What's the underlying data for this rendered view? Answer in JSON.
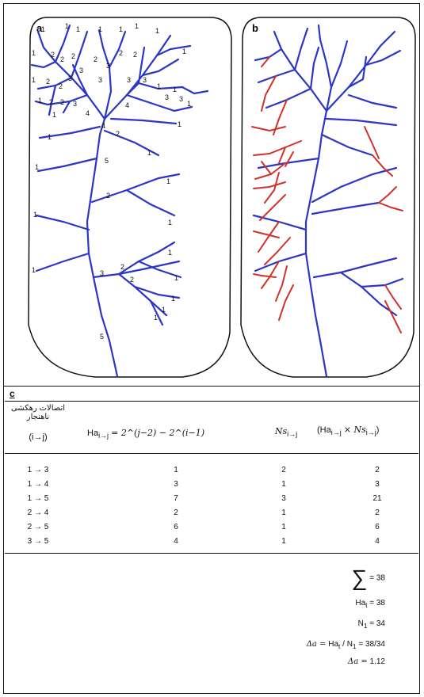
{
  "panels": {
    "a": {
      "label": "a"
    },
    "b": {
      "label": "b"
    },
    "c": {
      "label": "c"
    }
  },
  "tree_a_labels": [
    "1",
    "1",
    "1",
    "1",
    "1",
    "1",
    "1",
    "1",
    "2",
    "2",
    "2",
    "2",
    "3",
    "3",
    "2",
    "2",
    "1",
    "1",
    "2",
    "2",
    "3",
    "3",
    "3",
    "3",
    "1",
    "1",
    "1",
    "2",
    "2",
    "3",
    "3",
    "3",
    "4",
    "4",
    "1",
    "1",
    "4",
    "2",
    "1",
    "1",
    "5",
    "1",
    "1",
    "1",
    "2",
    "1",
    "1",
    "1",
    "1",
    "2",
    "3",
    "2",
    "1",
    "1",
    "1",
    "5",
    "1"
  ],
  "table": {
    "headers": {
      "connection_ar": "اتصالات رهکشی\nناهنجار",
      "connection_en": "(i→j)",
      "ha_label": "Ha",
      "ha_sub": "i→j",
      "ha_formula": "= 2^(j−2) − 2^(i−1)",
      "ns_label": "Ns",
      "ns_sub": "i→j",
      "prod_label": "(Ha",
      "prod_mid": "× Ns",
      "prod_sub": "i→j"
    },
    "rows": [
      {
        "conn": "1 → 3",
        "ha": "1",
        "ns": "2",
        "prod": "2"
      },
      {
        "conn": "1 → 4",
        "ha": "3",
        "ns": "1",
        "prod": "3"
      },
      {
        "conn": "1 → 5",
        "ha": "7",
        "ns": "3",
        "prod": "21"
      },
      {
        "conn": "2 → 4",
        "ha": "2",
        "ns": "1",
        "prod": "2"
      },
      {
        "conn": "2 → 5",
        "ha": "6",
        "ns": "1",
        "prod": "6"
      },
      {
        "conn": "3 → 5",
        "ha": "4",
        "ns": "1",
        "prod": "4"
      }
    ],
    "summary": {
      "sum_symbol": "∑",
      "sum_value": "= 38",
      "ha_t": "Ha",
      "ha_t_sub": "t",
      "ha_t_value": "= 38",
      "n_t": "N",
      "n_t_sub": "1",
      "n_t_value": "= 34",
      "delta_a_expr": "Δa =",
      "delta_a_rhs": "Ha",
      "delta_a_rhs_sub": "t",
      "delta_a_rhs2": "/ N",
      "delta_a_rhs2_sub": "1",
      "delta_a_rhs3": "= 38/34",
      "delta_a_final_label": "Δa =",
      "delta_a_final_value": "1.12"
    }
  },
  "colors": {
    "trunk": "#2b36c4",
    "anomalous": "#d0322a",
    "outline": "#111111"
  }
}
